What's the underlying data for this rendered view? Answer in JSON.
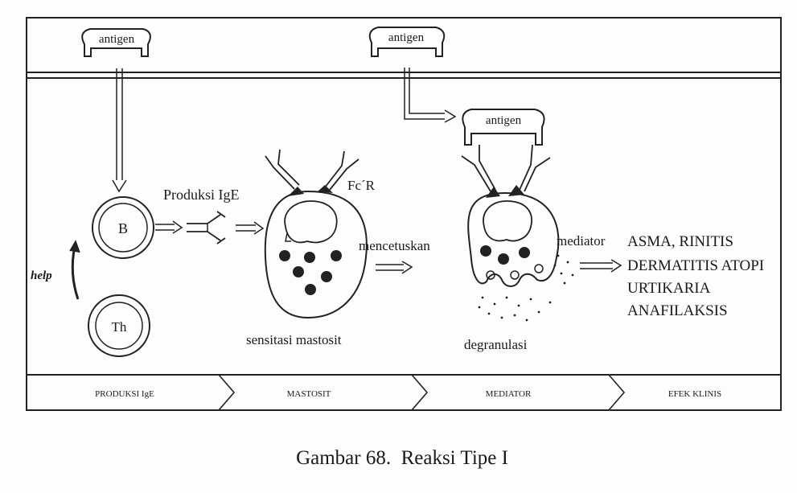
{
  "diagram": {
    "labels": {
      "antigen_left": "antigen",
      "antigen_right": "antigen",
      "antigen_bound": "antigen",
      "b_cell": "B",
      "th_cell": "Th",
      "help": "help",
      "produksi_ige": "Produksi IgE",
      "fc_receptor": "Fc´R",
      "sensitasi": "sensitasi mastosit",
      "mencetuskan": "mencetuskan",
      "mediator": "mediator",
      "degranulasi": "degranulasi",
      "effect_1": "ASMA, RINITIS",
      "effect_2": "DERMATITIS ATOPI",
      "effect_3": "URTIKARIA",
      "effect_4": "ANAFILAKSIS"
    },
    "stages": [
      "PRODUKSI IgE",
      "MASTOSIT",
      "MEDIATOR",
      "EFEK KLINIS"
    ]
  },
  "caption": "Gambar 68.  Reaksi Tipe I"
}
